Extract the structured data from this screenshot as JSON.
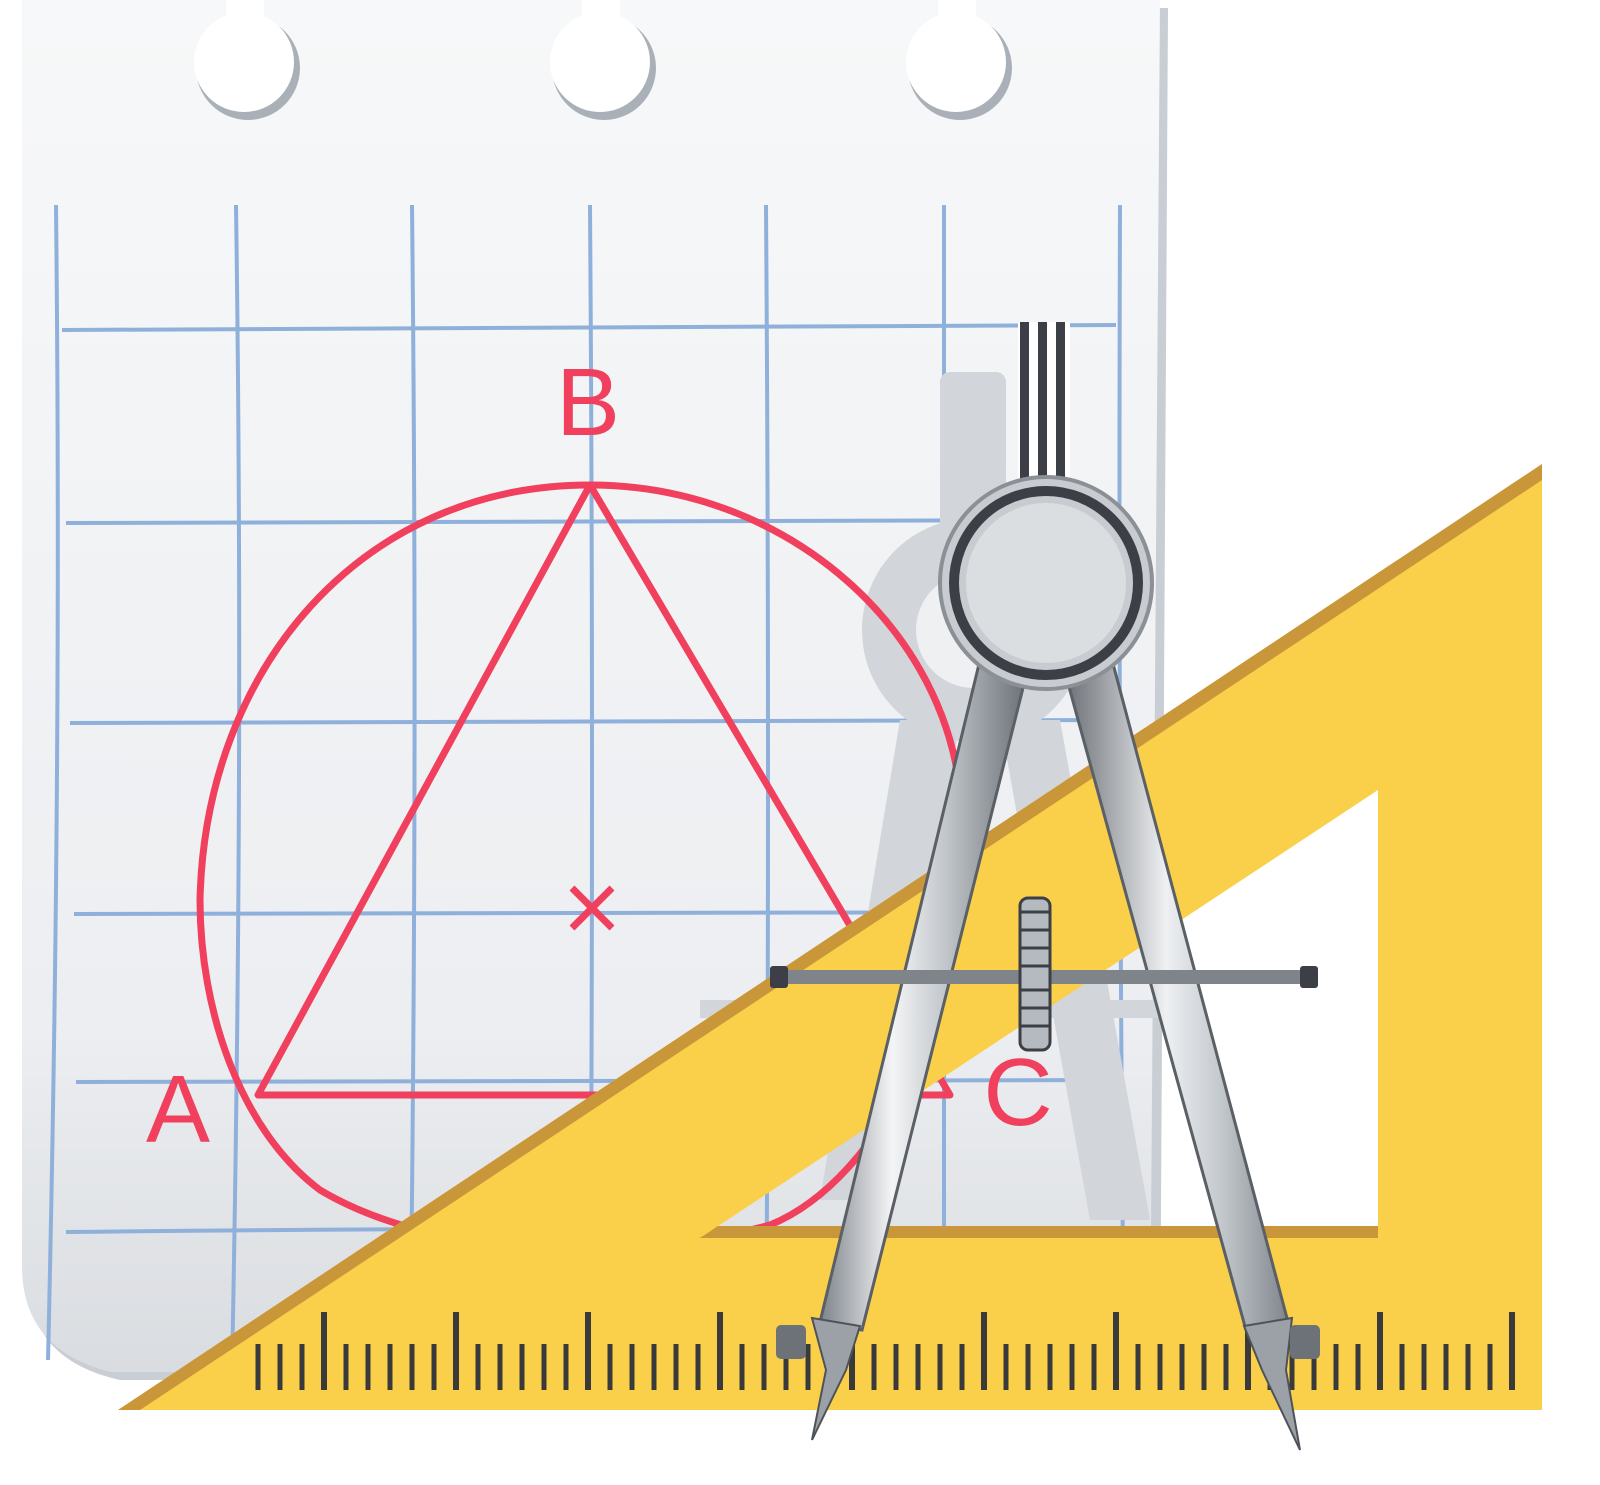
{
  "labels": {
    "a": "A",
    "b": "B",
    "c": "C"
  },
  "colors": {
    "paper": "#f3f4f6",
    "paper_edge": "#c9ced4",
    "grid": "#8fb0da",
    "drawing": "#f0405e",
    "set_square": "#fad04a",
    "set_square_edge": "#c9963a",
    "ruler_ticks": "#3a3a3a",
    "compass_metal": "#b9bec4",
    "compass_dark": "#3c4046",
    "ghost": "#d2d5d9"
  },
  "icons": {
    "paper": "notepad-sheet-icon",
    "compass": "drawing-compass-icon",
    "set_square": "set-square-ruler-icon"
  }
}
